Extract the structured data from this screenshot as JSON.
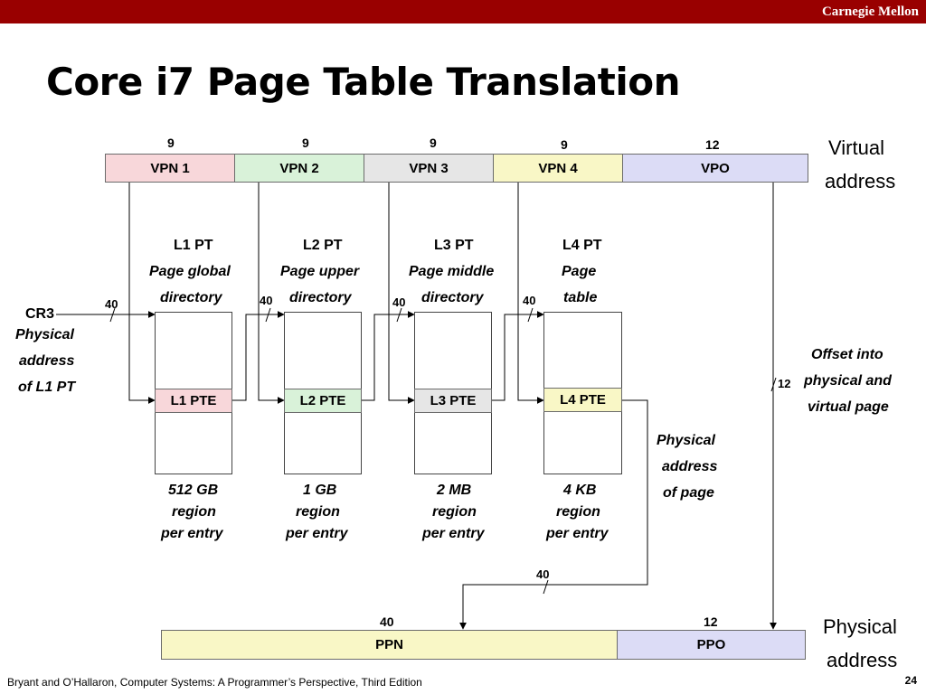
{
  "header": {
    "brand": "Carnegie Mellon"
  },
  "title": "Core i7 Page Table Translation",
  "virtual_address": {
    "label_line1": "Virtual",
    "label_line2": "address",
    "fields": [
      {
        "name": "VPN 1",
        "bits": "9",
        "color": "#f8d7da"
      },
      {
        "name": "VPN 2",
        "bits": "9",
        "color": "#d9f2d9"
      },
      {
        "name": "VPN 3",
        "bits": "9",
        "color": "#e6e6e6"
      },
      {
        "name": "VPN 4",
        "bits": "9",
        "color": "#f9f7c6"
      },
      {
        "name": "VPO",
        "bits": "12",
        "color": "#dcdcf6"
      }
    ]
  },
  "cr3": {
    "label": "CR3",
    "desc": [
      "Physical",
      "address",
      "of L1 PT"
    ],
    "bits": "40"
  },
  "tables": [
    {
      "name": "L1 PT",
      "desc": [
        "Page global",
        "directory"
      ],
      "pte": "L1 PTE",
      "pte_color": "#f8d7da",
      "in_bits": "40",
      "region": [
        "512 GB",
        "region",
        "per entry"
      ]
    },
    {
      "name": "L2 PT",
      "desc": [
        "Page upper",
        "directory"
      ],
      "pte": "L2 PTE",
      "pte_color": "#d9f2d9",
      "in_bits": "40",
      "region": [
        "1 GB",
        "region",
        "per entry"
      ]
    },
    {
      "name": "L3 PT",
      "desc": [
        "Page middle",
        "directory"
      ],
      "pte": "L3 PTE",
      "pte_color": "#e6e6e6",
      "in_bits": "40",
      "region": [
        "2 MB",
        "region",
        "per entry"
      ]
    },
    {
      "name": "L4 PT",
      "desc": [
        "Page",
        "table"
      ],
      "pte": "L4 PTE",
      "pte_color": "#f9f7c6",
      "in_bits": "40",
      "region": [
        "4 KB",
        "region",
        "per entry"
      ]
    }
  ],
  "offset_note": {
    "bits": "12",
    "lines": [
      "Offset into",
      "physical and",
      "virtual page"
    ]
  },
  "page_phys_note": {
    "lines": [
      "Physical",
      "address",
      "of page"
    ],
    "bits": "40"
  },
  "physical_address": {
    "label_line1": "Physical",
    "label_line2": "address",
    "fields": [
      {
        "name": "PPN",
        "bits": "40",
        "color": "#f9f7c6"
      },
      {
        "name": "PPO",
        "bits": "12",
        "color": "#dcdcf6"
      }
    ]
  },
  "footer": {
    "citation": "Bryant and O’Hallaron, Computer Systems: A Programmer’s Perspective, Third Edition",
    "page": "24"
  }
}
